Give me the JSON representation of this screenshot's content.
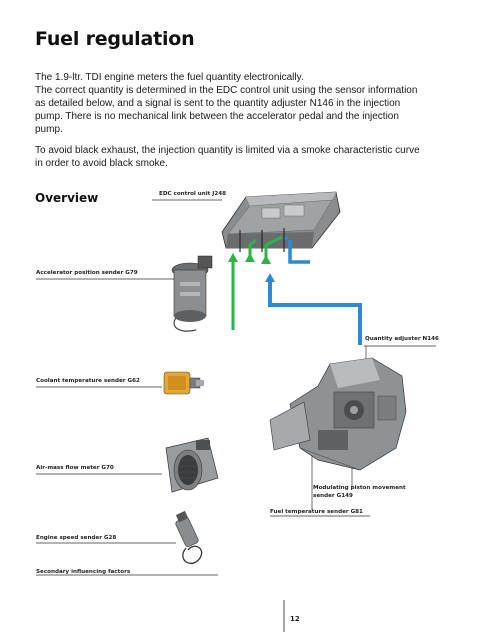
{
  "title": "Fuel regulation",
  "paragraphs": [
    "The 1.9-ltr. TDI engine meters the fuel quantity electronically.",
    "The correct quantity is determined in the EDC control unit using the sensor information as detailed below, and a signal is sent to the quantity adjuster N146 in the injection pump. There is no mechanical link between the accelerator pedal and the injection pump.",
    "To avoid black exhaust, the injection quantity is limited via a smoke characteristic curve in order to avoid black smoke."
  ],
  "overview": {
    "heading": "Overview",
    "labels": {
      "edc": "EDC control unit J248",
      "accelerator": "Accelerator position sender G79",
      "quantity_adjuster": "Quantity adjuster N146",
      "coolant": "Coolant temperature sender G62",
      "air_mass": "Air-mass flow meter G70",
      "modulating_line1": "Modulating piston movement",
      "modulating_line2": "sender G149",
      "fuel_temp": "Fuel temperature sender G81",
      "engine_speed": "Engine speed sender G28",
      "secondary": "Secondary influencing factors"
    },
    "colors": {
      "signal_green": "#2fb24a",
      "signal_blue": "#2c8ad6",
      "leader_line": "#333333"
    }
  },
  "page_number": "12"
}
